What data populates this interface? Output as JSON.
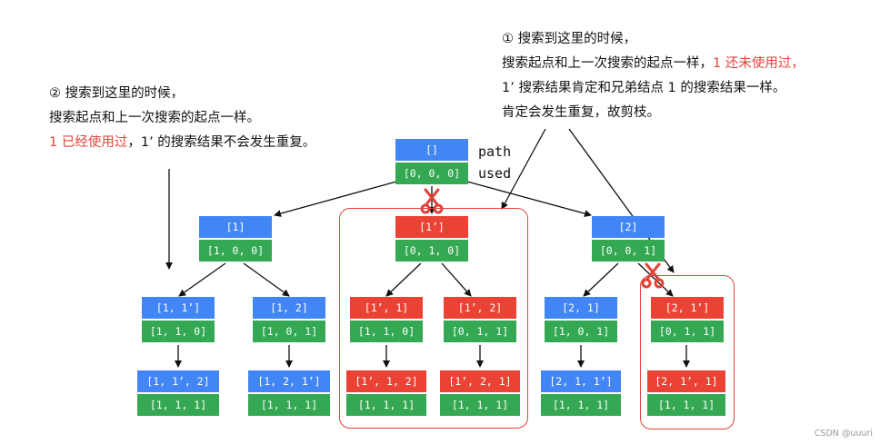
{
  "note_right": [
    {
      "parts": [
        {
          "text": "① 搜索到这里的时候，",
          "red": false
        }
      ]
    },
    {
      "parts": [
        {
          "text": "搜索起点和上一次搜索的起点一样，",
          "red": false
        },
        {
          "text": "1 还未使用过，",
          "red": true
        }
      ]
    },
    {
      "parts": [
        {
          "text": "1’ 搜索结果肯定和兄弟结点 1 的搜索结果一样。",
          "red": false
        }
      ]
    },
    {
      "parts": [
        {
          "text": "肯定会发生重复，故剪枝。",
          "red": false
        }
      ]
    }
  ],
  "note_left": [
    {
      "parts": [
        {
          "text": "② 搜索到这里的时候，",
          "red": false
        }
      ]
    },
    {
      "parts": [
        {
          "text": "搜索起点和上一次搜索的起点一样。",
          "red": false
        }
      ]
    },
    {
      "parts": [
        {
          "text": "1 已经使用过",
          "red": true
        },
        {
          "text": "，1’ 的搜索结果不会发生重复。",
          "red": false
        }
      ]
    }
  ],
  "legend": {
    "path": "path",
    "used": "used"
  },
  "nodes": {
    "root": {
      "path": "[]",
      "used": "[0, 0, 0]"
    },
    "n1": {
      "path": "[1]",
      "used": "[1, 0, 0]"
    },
    "n1p": {
      "path": "[1’]",
      "used": "[0, 1, 0]"
    },
    "n2": {
      "path": "[2]",
      "used": "[0, 0, 1]"
    },
    "n11p": {
      "path": "[1, 1’]",
      "used": "[1, 1, 0]"
    },
    "n12": {
      "path": "[1, 2]",
      "used": "[1, 0, 1]"
    },
    "n1p1": {
      "path": "[1’, 1]",
      "used": "[1, 1, 0]"
    },
    "n1p2": {
      "path": "[1’, 2]",
      "used": "[0, 1, 1]"
    },
    "n21": {
      "path": "[2, 1]",
      "used": "[1, 0, 1]"
    },
    "n21p": {
      "path": "[2, 1’]",
      "used": "[0, 1, 1]"
    },
    "n11p2": {
      "path": "[1, 1’, 2]",
      "used": "[1, 1, 1]"
    },
    "n121p": {
      "path": "[1, 2, 1’]",
      "used": "[1, 1, 1]"
    },
    "n1p12": {
      "path": "[1’, 1, 2]",
      "used": "[1, 1, 1]"
    },
    "n1p21": {
      "path": "[1’, 2, 1]",
      "used": "[1, 1, 1]"
    },
    "n211p": {
      "path": "[2, 1, 1’]",
      "used": "[1, 1, 1]"
    },
    "n21p1": {
      "path": "[2, 1’, 1]",
      "used": "[1, 1, 1]"
    }
  },
  "watermark": "CSDN @uuuri",
  "colors": {
    "path": "#4285f4",
    "used": "#34a853",
    "pruned": "#ea4335",
    "highlight": "#e0433a"
  },
  "icons": {
    "prune": "scissors-icon"
  }
}
